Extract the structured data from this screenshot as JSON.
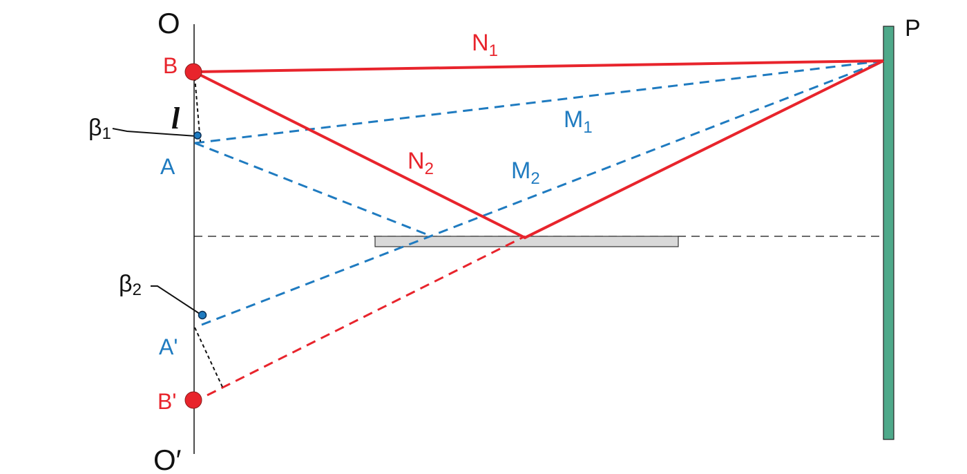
{
  "colors": {
    "red": "#e8242c",
    "blue": "#1f7bc0",
    "black": "#111111",
    "screen_fill": "#4fa98a",
    "mirror_fill": "#d9d9d9"
  },
  "labels": {
    "O": "O",
    "O_prime": "O′",
    "P": "P",
    "B": "B",
    "B_prime": "B'",
    "A": "A",
    "A_prime": "A'",
    "l": "l",
    "beta1_sym": "β",
    "beta1_sub": "1",
    "beta2_sym": "β",
    "beta2_sub": "2",
    "N1_main": "N",
    "N1_sub": "1",
    "N2_main": "N",
    "N2_sub": "2",
    "M1_main": "M",
    "M1_sub": "1",
    "M2_main": "M",
    "M2_sub": "2"
  }
}
